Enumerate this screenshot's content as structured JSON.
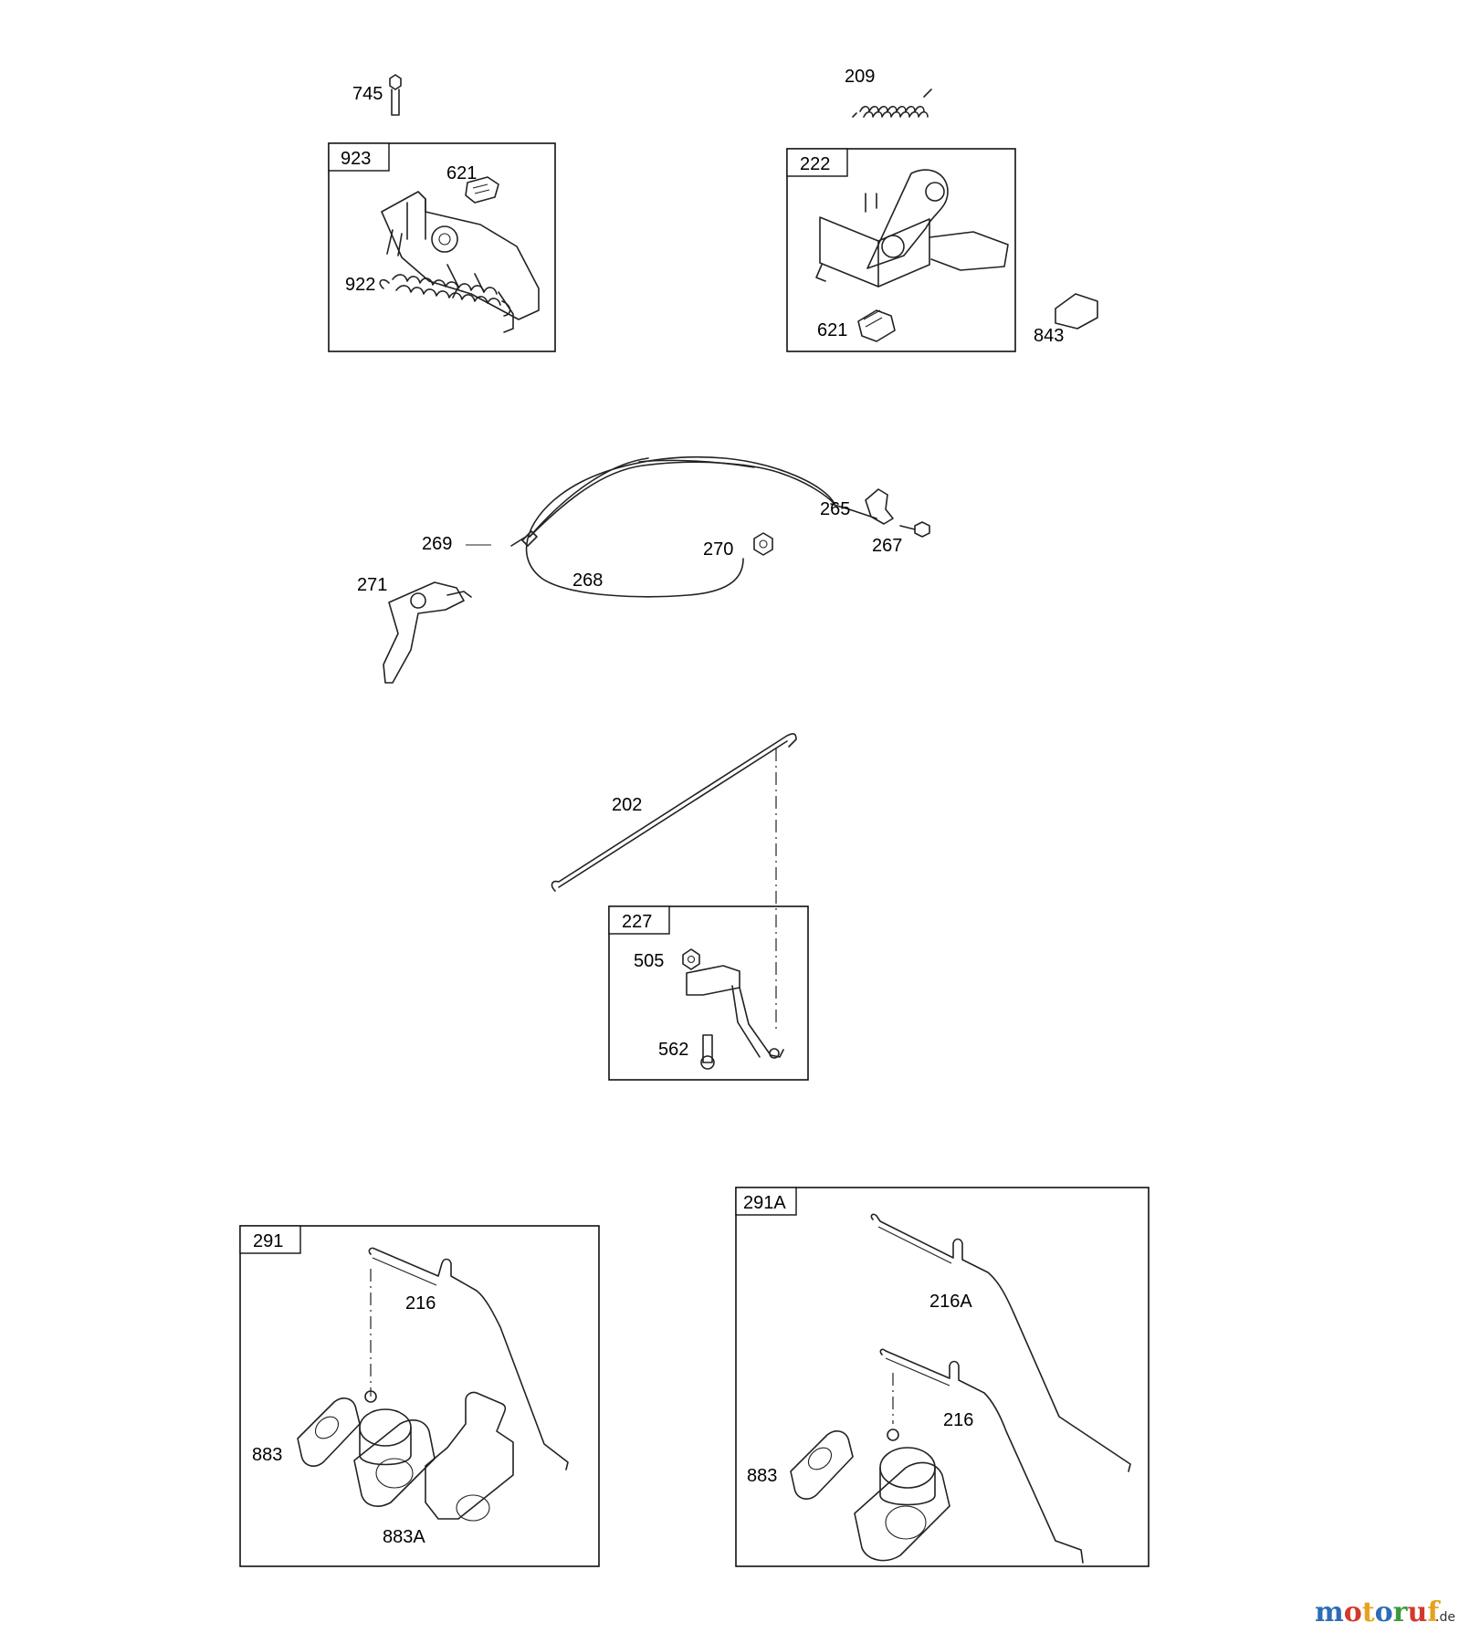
{
  "groups": {
    "g923": "923",
    "g222": "222",
    "g227": "227",
    "g291": "291",
    "g291a": "291A"
  },
  "labels": {
    "p745": "745",
    "p209": "209",
    "p621a": "621",
    "p922": "922",
    "p621b": "621",
    "p843": "843",
    "p269": "269",
    "p268": "268",
    "p270": "270",
    "p265": "265",
    "p267": "267",
    "p271": "271",
    "p202": "202",
    "p505": "505",
    "p562": "562",
    "p216a": "216",
    "p883a": "883",
    "p883A": "883A",
    "p216A": "216A",
    "p216b": "216",
    "p883b": "883"
  },
  "watermark": {
    "letters": [
      "m",
      "o",
      "t",
      "o",
      "r",
      "u",
      "f"
    ],
    "letter_colors": [
      "#2d6db5",
      "#d23a2b",
      "#e6a21c",
      "#2d6db5",
      "#3a9b3a",
      "#d23a2b",
      "#e6a21c"
    ],
    "suffix": ".de"
  }
}
